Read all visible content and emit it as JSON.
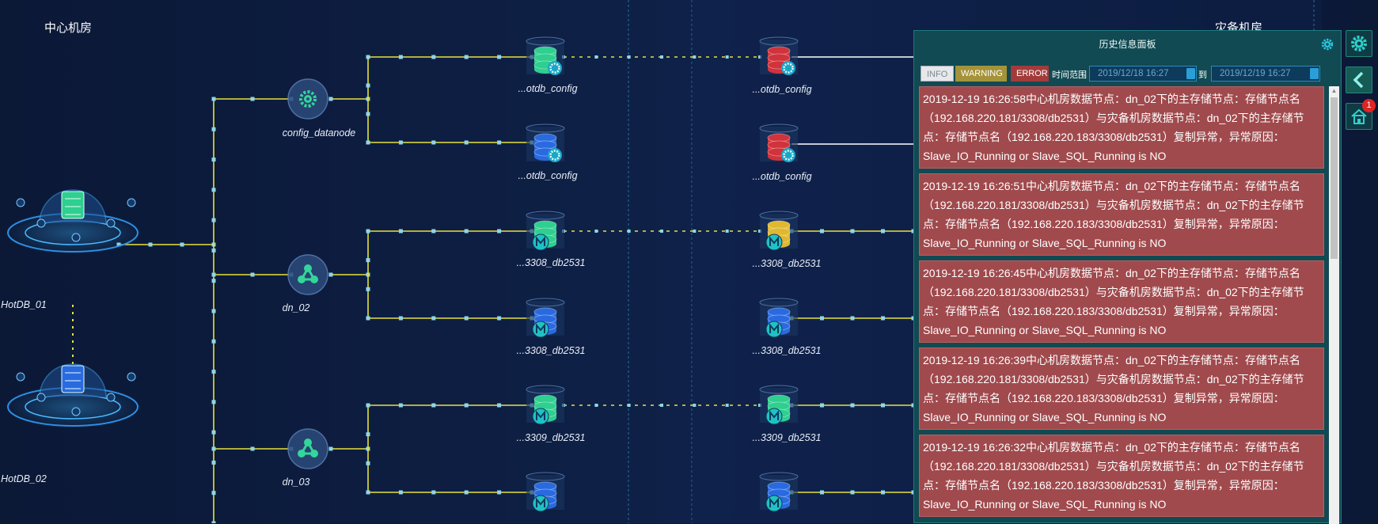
{
  "rooms": {
    "center": "中心机房",
    "backup": "灾备机房"
  },
  "nodes": {
    "hotdb_01": "HotDB_01",
    "hotdb_02": "HotDB_02",
    "config_datanode": "config_datanode",
    "dn_02": "dn_02",
    "dn_03": "dn_03",
    "center_config_1": "...otdb_config",
    "center_config_2": "...otdb_config",
    "center_3308_1": "...3308_db2531",
    "center_3308_2": "...3308_db2531",
    "center_3309_1": "...3309_db2531",
    "backup_config_1": "...otdb_config",
    "backup_config_2": "...otdb_config",
    "backup_3308_1": "...3308_db2531",
    "backup_3308_2": "...3308_db2531",
    "backup_3309_1": "...3309_db2531"
  },
  "panel": {
    "title": "历史信息面板",
    "filters": {
      "info": "INFO",
      "warning": "WARNING",
      "error": "ERROR"
    },
    "range_label": "时间范围",
    "to_label": "到",
    "start_date": "2019/12/18 16:27",
    "end_date": "2019/12/19 16:27",
    "logs": [
      {
        "text": "2019-12-19 16:26:58中心机房数据节点：dn_02下的主存储节点：存储节点名（192.168.220.181/3308/db2531）与灾备机房数据节点：dn_02下的主存储节点：存储节点名（192.168.220.183/3308/db2531）复制异常，异常原因：Slave_IO_Running or Slave_SQL_Running is NO"
      },
      {
        "text": "2019-12-19 16:26:51中心机房数据节点：dn_02下的主存储节点：存储节点名（192.168.220.181/3308/db2531）与灾备机房数据节点：dn_02下的主存储节点：存储节点名（192.168.220.183/3308/db2531）复制异常，异常原因：Slave_IO_Running or Slave_SQL_Running is NO"
      },
      {
        "text": "2019-12-19 16:26:45中心机房数据节点：dn_02下的主存储节点：存储节点名（192.168.220.181/3308/db2531）与灾备机房数据节点：dn_02下的主存储节点：存储节点名（192.168.220.183/3308/db2531）复制异常，异常原因：Slave_IO_Running or Slave_SQL_Running is NO"
      },
      {
        "text": "2019-12-19 16:26:39中心机房数据节点：dn_02下的主存储节点：存储节点名（192.168.220.181/3308/db2531）与灾备机房数据节点：dn_02下的主存储节点：存储节点名（192.168.220.183/3308/db2531）复制异常，异常原因：Slave_IO_Running or Slave_SQL_Running is NO"
      },
      {
        "text": "2019-12-19 16:26:32中心机房数据节点：dn_02下的主存储节点：存储节点名（192.168.220.181/3308/db2531）与灾备机房数据节点：dn_02下的主存储节点：存储节点名（192.168.220.183/3308/db2531）复制异常，异常原因：Slave_IO_Running or Slave_SQL_Running is NO"
      }
    ]
  },
  "side": {
    "home_badge": "1"
  },
  "colors": {
    "background": "#0c1a3a",
    "link_line": "#e6e23a",
    "link_dot": "#8fd6e8",
    "panel_bg": "#114a52",
    "error_bg": "#a04a4d",
    "db_green": "#2ecf8f",
    "db_blue": "#2a6ae0",
    "db_red": "#d0333b",
    "db_yellow": "#e0b830"
  }
}
